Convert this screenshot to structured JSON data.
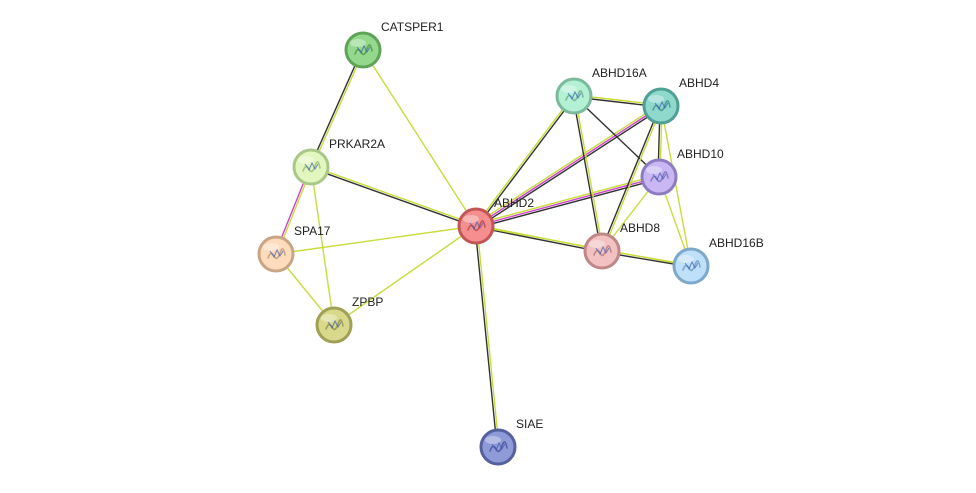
{
  "nodes": [
    {
      "id": "CATSPER1",
      "label": "CATSPER1",
      "fill": "#93d88c",
      "stroke": "#5fa357",
      "icon": "protein-structure-icon"
    },
    {
      "id": "PRKAR2A",
      "label": "PRKAR2A",
      "fill": "#e2f7c0",
      "stroke": "#a8c887",
      "icon": "protein-structure-icon"
    },
    {
      "id": "SPA17",
      "label": "SPA17",
      "fill": "#fcdcbc",
      "stroke": "#c8a585",
      "icon": "protein-structure-icon"
    },
    {
      "id": "ZPBP",
      "label": "ZPBP",
      "fill": "#d9d98c",
      "stroke": "#9f9f55",
      "icon": "protein-structure-icon"
    },
    {
      "id": "ABHD2",
      "label": "ABHD2",
      "fill": "#f58f8f",
      "stroke": "#c25656",
      "icon": "protein-structure-icon"
    },
    {
      "id": "SIAE",
      "label": "SIAE",
      "fill": "#8f9ad8",
      "stroke": "#56609e",
      "icon": "protein-structure-icon"
    },
    {
      "id": "ABHD16A",
      "label": "ABHD16A",
      "fill": "#b3f0d4",
      "stroke": "#79bb9c",
      "icon": "protein-structure-icon"
    },
    {
      "id": "ABHD4",
      "label": "ABHD4",
      "fill": "#8ed8cc",
      "stroke": "#4f9f94",
      "icon": "protein-structure-icon"
    },
    {
      "id": "ABHD10",
      "label": "ABHD10",
      "fill": "#c8b7f2",
      "stroke": "#8d7cc0",
      "icon": "protein-structure-icon"
    },
    {
      "id": "ABHD8",
      "label": "ABHD8",
      "fill": "#f2c2c2",
      "stroke": "#c08787",
      "icon": "protein-structure-icon"
    },
    {
      "id": "ABHD16B",
      "label": "ABHD16B",
      "fill": "#bfe0fb",
      "stroke": "#7ea8c9",
      "icon": "protein-structure-icon"
    }
  ],
  "edges": [
    {
      "a": "CATSPER1",
      "b": "PRKAR2A",
      "colors": [
        "#c8dc3c",
        "#333333"
      ]
    },
    {
      "a": "CATSPER1",
      "b": "ABHD2",
      "colors": [
        "#c8dc3c"
      ]
    },
    {
      "a": "PRKAR2A",
      "b": "ABHD2",
      "colors": [
        "#c8dc3c",
        "#333333"
      ]
    },
    {
      "a": "PRKAR2A",
      "b": "SPA17",
      "colors": [
        "#c8dc3c",
        "#cc44cc"
      ]
    },
    {
      "a": "PRKAR2A",
      "b": "ZPBP",
      "colors": [
        "#c8dc3c"
      ]
    },
    {
      "a": "SPA17",
      "b": "ZPBP",
      "colors": [
        "#c8dc3c"
      ]
    },
    {
      "a": "SPA17",
      "b": "ABHD2",
      "colors": [
        "#c8dc3c"
      ]
    },
    {
      "a": "ZPBP",
      "b": "ABHD2",
      "colors": [
        "#c8dc3c"
      ]
    },
    {
      "a": "ABHD2",
      "b": "SIAE",
      "colors": [
        "#c8dc3c",
        "#333333"
      ]
    },
    {
      "a": "ABHD2",
      "b": "ABHD16A",
      "colors": [
        "#c8dc3c",
        "#333333"
      ]
    },
    {
      "a": "ABHD2",
      "b": "ABHD4",
      "colors": [
        "#c8dc3c",
        "#cc44cc",
        "#333333"
      ]
    },
    {
      "a": "ABHD2",
      "b": "ABHD10",
      "colors": [
        "#c8dc3c",
        "#cc44cc",
        "#333333"
      ]
    },
    {
      "a": "ABHD2",
      "b": "ABHD8",
      "colors": [
        "#c8dc3c",
        "#333333"
      ]
    },
    {
      "a": "ABHD2",
      "b": "ABHD16B",
      "colors": [
        "#c8dc3c"
      ]
    },
    {
      "a": "ABHD16A",
      "b": "ABHD4",
      "colors": [
        "#c8dc3c",
        "#333333"
      ]
    },
    {
      "a": "ABHD16A",
      "b": "ABHD10",
      "colors": [
        "#333333"
      ]
    },
    {
      "a": "ABHD16A",
      "b": "ABHD8",
      "colors": [
        "#c8dc3c",
        "#333333"
      ]
    },
    {
      "a": "ABHD4",
      "b": "ABHD10",
      "colors": [
        "#c8dc3c",
        "#333333"
      ]
    },
    {
      "a": "ABHD4",
      "b": "ABHD8",
      "colors": [
        "#c8dc3c",
        "#333333"
      ]
    },
    {
      "a": "ABHD4",
      "b": "ABHD16B",
      "colors": [
        "#c8dc3c"
      ]
    },
    {
      "a": "ABHD10",
      "b": "ABHD8",
      "colors": [
        "#c8dc3c"
      ]
    },
    {
      "a": "ABHD10",
      "b": "ABHD16B",
      "colors": [
        "#c8dc3c"
      ]
    },
    {
      "a": "ABHD8",
      "b": "ABHD16B",
      "colors": [
        "#c8dc3c",
        "#333333"
      ]
    }
  ]
}
